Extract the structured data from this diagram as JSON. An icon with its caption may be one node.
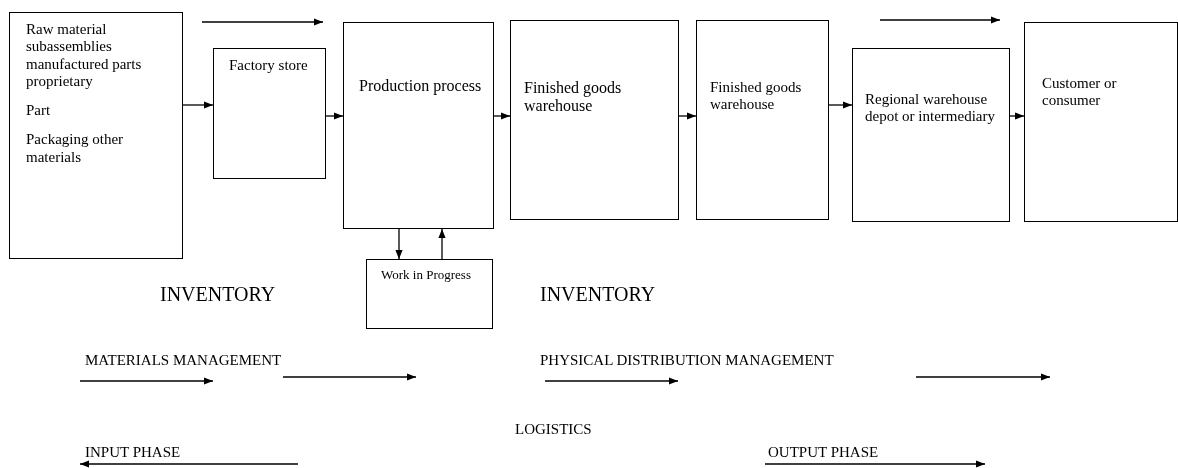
{
  "diagram": {
    "nodes": [
      {
        "text": [
          "Raw material subassemblies manufactured parts proprietary",
          "Part",
          "Packaging other materials"
        ]
      },
      {
        "text": [
          "Factory store"
        ]
      },
      {
        "text": [
          "Production process"
        ]
      },
      {
        "text": [
          "Finished goods warehouse"
        ]
      },
      {
        "text": [
          "Finished goods warehouse"
        ]
      },
      {
        "text": [
          "Regional warehouse depot or intermediary"
        ]
      },
      {
        "text": [
          "Customer or consumer"
        ]
      },
      {
        "text": [
          "Work in Progress"
        ]
      }
    ],
    "edges": [
      {
        "from": 0,
        "to": 1,
        "arrow": "to"
      },
      {
        "from": 1,
        "to": 2,
        "arrow": "to"
      },
      {
        "from": 2,
        "to": 3,
        "arrow": "to"
      },
      {
        "from": 3,
        "to": 4,
        "arrow": "to"
      },
      {
        "from": 4,
        "to": 5,
        "arrow": "to"
      },
      {
        "from": 5,
        "to": 6,
        "arrow": "to"
      },
      {
        "from": 2,
        "to": 7,
        "arrow": "to"
      },
      {
        "from": 7,
        "to": 2,
        "arrow": "to"
      }
    ],
    "labels": [
      "INVENTORY",
      "INVENTORY",
      "MATERIALS MANAGEMENT",
      "PHYSICAL DISTRIBUTION MANAGEMENT",
      "LOGISTICS",
      "INPUT PHASE",
      "OUTPUT PHASE"
    ]
  }
}
